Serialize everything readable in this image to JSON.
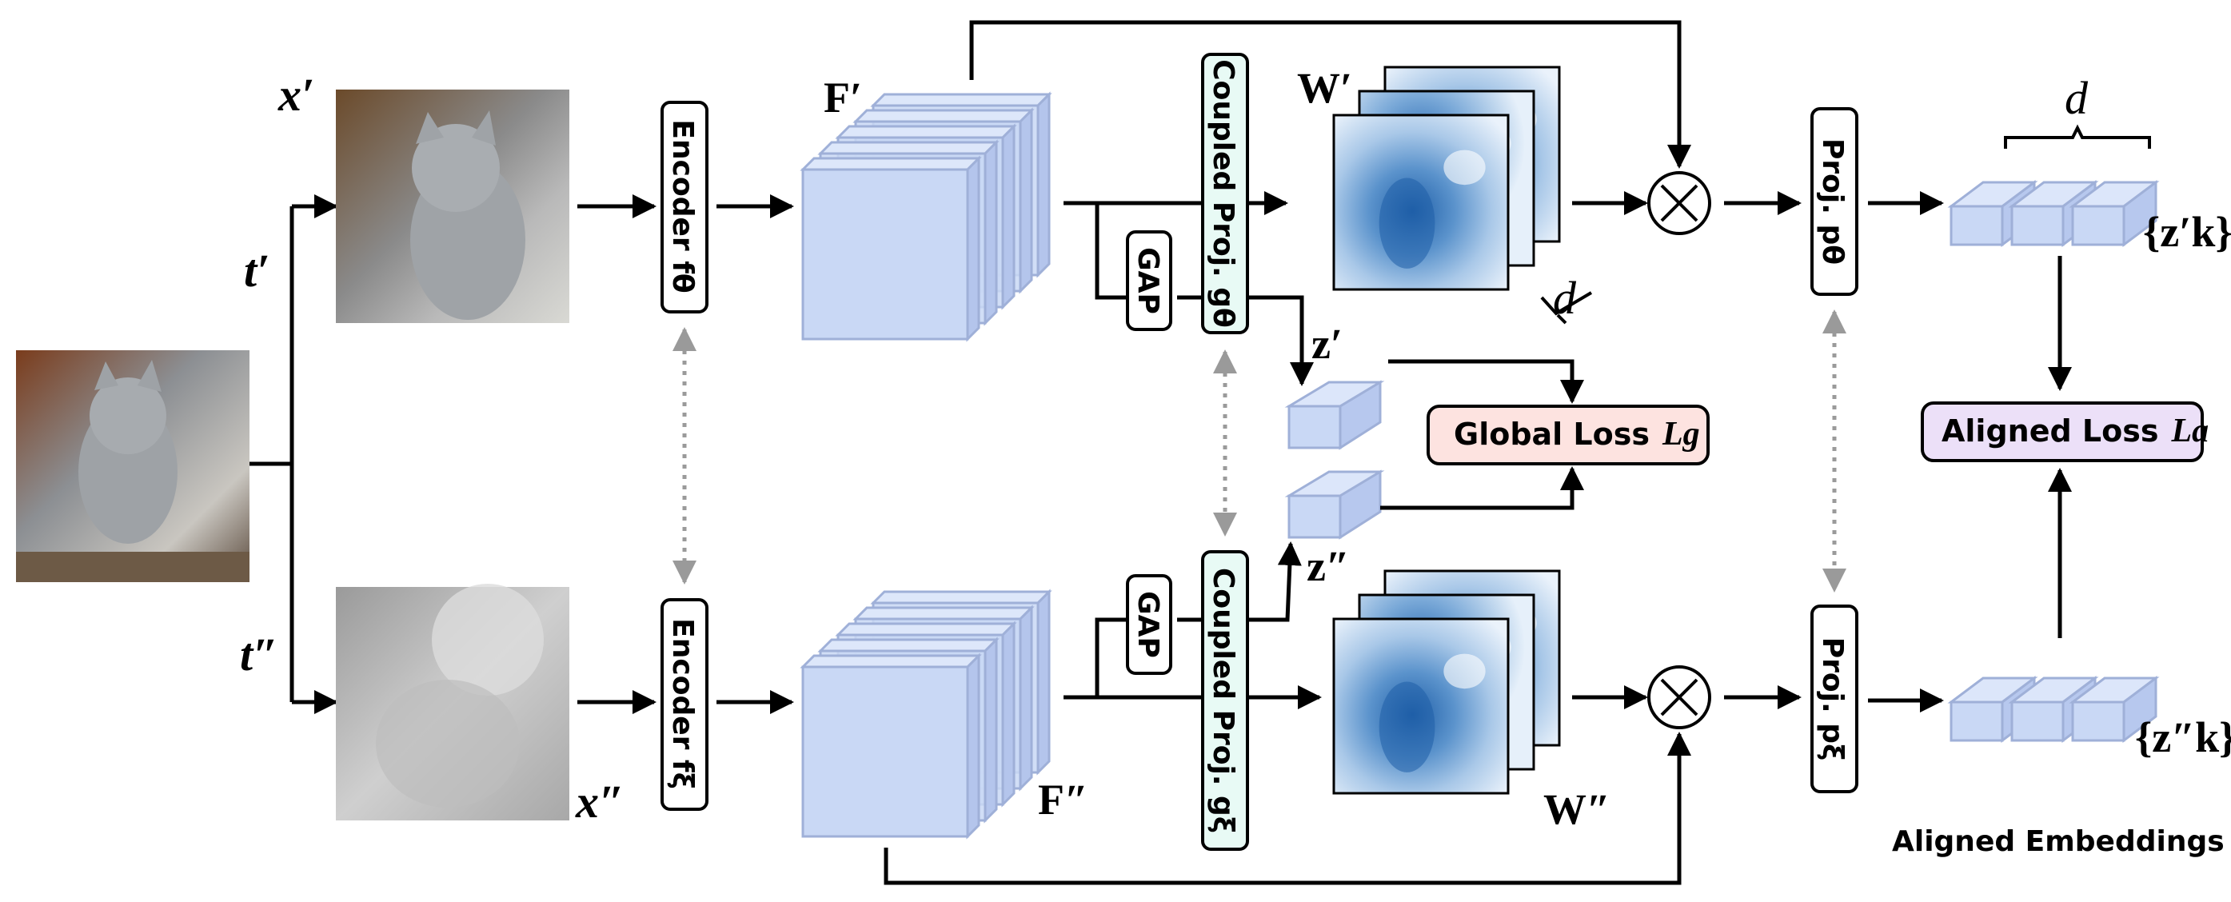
{
  "labels": {
    "x_prime": "x′",
    "x_dprime": "x″",
    "t_prime": "t′",
    "t_dprime": "t″",
    "F_prime": "F′",
    "F_dprime": "F″",
    "W_prime": "W′",
    "W_dprime": "W″",
    "z_prime": "z′",
    "z_dprime": "z″",
    "d_top": "d",
    "d_side": "d",
    "zk_prime": "{z′k}",
    "zk_dprime": "{z″k}"
  },
  "modules": {
    "encoder_top": "Encoder fθ",
    "encoder_bottom": "Encoder fξ",
    "coupled_top": "Coupled Proj. gθ",
    "coupled_bottom": "Coupled Proj. gξ",
    "gap_top": "GAP",
    "gap_bottom": "GAP",
    "proj_top": "Proj. pθ",
    "proj_bottom": "Proj. pξ"
  },
  "losses": {
    "global_text": "Global Loss",
    "global_sym": "Lg",
    "aligned_text": "Aligned Loss",
    "aligned_sym": "La"
  },
  "caption": "Aligned Embeddings",
  "colors": {
    "feature_fill": "#c9d8f5",
    "feature_stroke": "#9fb0d8",
    "global_loss_bg": "#fde3e0",
    "aligned_loss_bg": "#ece0f8",
    "coupled_bg": "#e8faf5",
    "heatmap_dark": "#1f5fa8",
    "heatmap_light": "#eaf2fb"
  }
}
